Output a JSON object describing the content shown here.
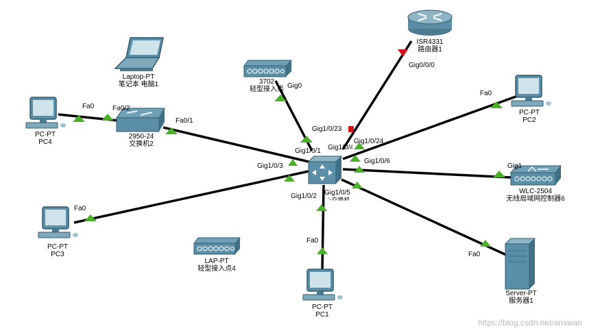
{
  "devices": {
    "laptop": {
      "model": "Laptop-PT",
      "name": "笔记本 电脑1"
    },
    "pc4": {
      "model": "PC-PT",
      "name": "PC4"
    },
    "switch2": {
      "model": "2950-24",
      "name": "交换机2"
    },
    "ap3702": {
      "model": "3702",
      "name": "轻型接入点"
    },
    "router": {
      "model": "ISR4331",
      "name": "路由器1"
    },
    "pc2": {
      "model": "PC-PT",
      "name": "PC2"
    },
    "wlc": {
      "model": "WLC-2504",
      "name": "无线局域网控制器6"
    },
    "pc3": {
      "model": "PC-PT",
      "name": "PC3"
    },
    "lap": {
      "model": "LAP-PT",
      "name": "轻型接入点4"
    },
    "pc1": {
      "model": "PC-PT",
      "name": "PC1"
    },
    "server": {
      "model": "Server-PT",
      "name": "服务器1"
    },
    "core": {
      "name": "核心交换机"
    }
  },
  "ports": {
    "pc4_fa0": "Fa0",
    "sw2_fa02": "Fa0/2",
    "sw2_fa01": "Fa0/1",
    "ap_gig0": "Gig0",
    "router_gig000": "Gig0/0/0",
    "pc2_fa0": "Fa0",
    "core_gig1023": "Gig1/0/23",
    "core_gig1024": "Gig1/0/24",
    "core_gig104": "Gig1/0/4",
    "core_gig101": "Gig1/0/1",
    "core_gig106": "Gig1/0/6",
    "core_gig103": "Gig1/0/3",
    "wlc_gig1": "Gig1",
    "core_gig102": "Gig1/0/2",
    "core_gig105": "Gig1/0/5",
    "pc3_fa0": "Fa0",
    "pc1_fa0": "Fa0",
    "server_fa0": "Fa0"
  },
  "watermark": "https://blog.csdn.net/answan",
  "colors": {
    "link": "#000000",
    "link_up": "#4caf2a",
    "link_down": "#d0141c",
    "device_blue": "#5b8fa8"
  }
}
